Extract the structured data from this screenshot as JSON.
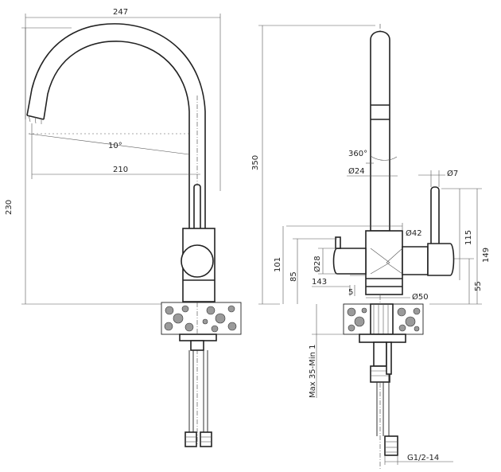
{
  "dimensions": {
    "front": {
      "width_total": "247",
      "height_total": "230",
      "reach": "210",
      "angle": "10°"
    },
    "side": {
      "height_total": "350",
      "rotation": "360°",
      "spout_diameter": "Ø24",
      "lever_diameter": "Ø7",
      "body_diameter": "Ø42",
      "knob_diameter": "Ø28",
      "base_diameter": "Ø50",
      "height_101": "101",
      "height_85": "85",
      "depth_143": "143",
      "gap_5": "5",
      "height_115": "115",
      "height_149": "149",
      "height_55": "55",
      "mounting": "Max 35-Min 1",
      "thread": "G1/2-14"
    }
  },
  "colors": {
    "line": "#222222",
    "gravel": "#9a9a9a",
    "background": "#ffffff"
  }
}
